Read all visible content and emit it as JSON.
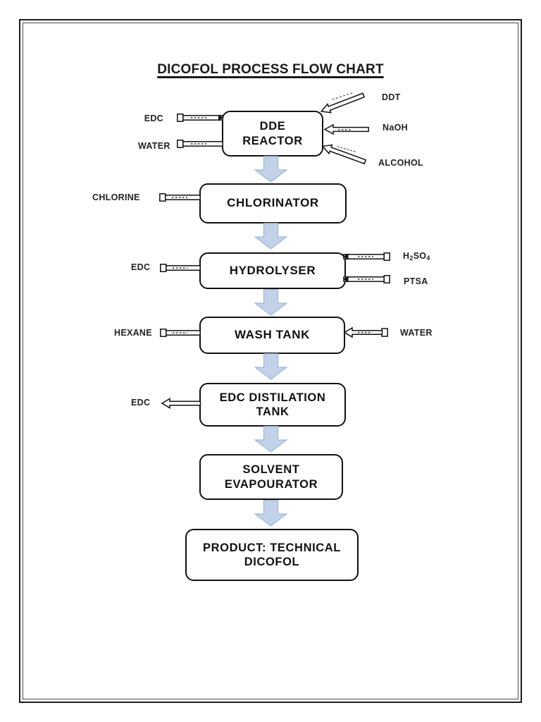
{
  "page": {
    "title": "DICOFOL PROCESS FLOW CHART"
  },
  "colors": {
    "flow_arrow_fill": "#c1d2e9",
    "flow_arrow_stroke": "#9eb6d6",
    "shape_outline": "#111111"
  },
  "boxes": {
    "dde_reactor": {
      "line1": "DDE",
      "line2": "REACTOR"
    },
    "chlorinator": {
      "label": "CHLORINATOR"
    },
    "hydrolyser": {
      "label": "HYDROLYSER"
    },
    "wash_tank": {
      "label": "WASH TANK"
    },
    "edc_distilation_tank": {
      "line1": "EDC DISTILATION",
      "line2": "TANK"
    },
    "solvent_evapourator": {
      "line1": "SOLVENT",
      "line2": "EVAPOURATOR"
    },
    "product": {
      "line1": "PRODUCT: TECHNICAL",
      "line2": "DICOFOL"
    }
  },
  "streams": {
    "edc_reactor": "EDC",
    "water_reactor": "WATER",
    "ddt": "DDT",
    "naoh": "NaOH",
    "alcohol": "ALCOHOL",
    "chlorine": "CHLORINE",
    "edc_hydrolyser": "EDC",
    "h2so4": {
      "p1": "H",
      "s1": "2",
      "p2": "SO",
      "s2": "4"
    },
    "ptsa": "PTSA",
    "hexane": "HEXANE",
    "water_wash": "WATER",
    "edc_out": "EDC"
  }
}
